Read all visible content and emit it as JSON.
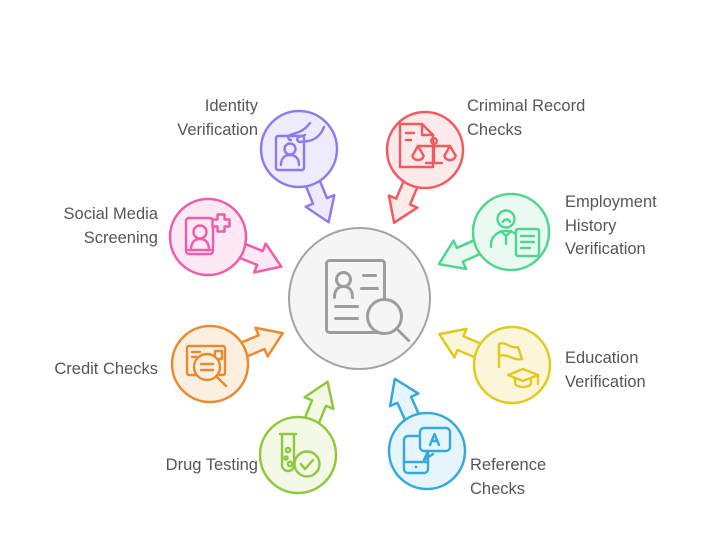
{
  "diagram": {
    "background": "#ffffff",
    "text_color": "#54565a",
    "center": {
      "name": "resume-search",
      "icon": "resume-magnifier-icon",
      "stroke": "#a3a3a5",
      "icon_stroke": "#9d9da0",
      "fill": "#f5f5f6"
    },
    "nodes": [
      {
        "id": "identity-verification",
        "label": "Identity\nVerification",
        "icon": "hand-id-card-icon",
        "stroke": "#8c7bea",
        "fill": "#edebfc"
      },
      {
        "id": "criminal-record-checks",
        "label": "Criminal Record\nChecks",
        "icon": "document-scales-icon",
        "stroke": "#f15a5e",
        "fill": "#fdeaea"
      },
      {
        "id": "employment-history-verification",
        "label": "Employment\nHistory\nVerification",
        "icon": "employee-document-icon",
        "stroke": "#4ed68d",
        "fill": "#eafaf2"
      },
      {
        "id": "education-verification",
        "label": "Education\nVerification",
        "icon": "flag-graduation-cap-icon",
        "stroke": "#e3c81d",
        "fill": "#fbf6da"
      },
      {
        "id": "reference-checks",
        "label": "Reference\nChecks",
        "icon": "phone-chat-icon",
        "stroke": "#35a9df",
        "fill": "#e6f5fc"
      },
      {
        "id": "drug-testing",
        "label": "Drug Testing",
        "icon": "test-tube-check-icon",
        "stroke": "#8fc73d",
        "fill": "#f3f9e6"
      },
      {
        "id": "credit-checks",
        "label": "Credit Checks",
        "icon": "report-magnifier-icon",
        "stroke": "#e98a30",
        "fill": "#fcefe0"
      },
      {
        "id": "social-media-screening",
        "label": "Social Media\nScreening",
        "icon": "profile-plus-icon",
        "stroke": "#ef5cad",
        "fill": "#fce9f4"
      }
    ]
  }
}
